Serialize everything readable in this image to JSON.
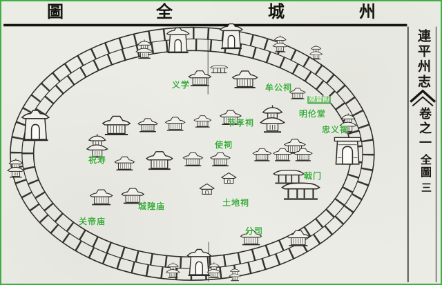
{
  "colors": {
    "label_green": "#3cab3c",
    "border_green": "#3fae43",
    "ink": "#2c2b27",
    "paper": "#ecece6"
  },
  "header": {
    "title_rtl": "州城全圖",
    "chars": [
      "圖",
      "全",
      "城",
      "州"
    ]
  },
  "margin_column": {
    "book_title": "連平州志",
    "volume": "卷之一",
    "section": "全圖",
    "page_number": "三"
  },
  "map_labels": [
    {
      "text": "义学"
    },
    {
      "text": "牟公祠"
    },
    {
      "text": "观音阁",
      "highlighted": true
    },
    {
      "text": "明伦堂"
    },
    {
      "text": "忠义祠"
    },
    {
      "text": "节孝祠"
    },
    {
      "text": "使祠"
    },
    {
      "text": "祝寿"
    },
    {
      "text": "城隍庙"
    },
    {
      "text": "关帝庙"
    },
    {
      "text": "土地祠"
    },
    {
      "text": "戟门"
    },
    {
      "text": "分司"
    }
  ]
}
